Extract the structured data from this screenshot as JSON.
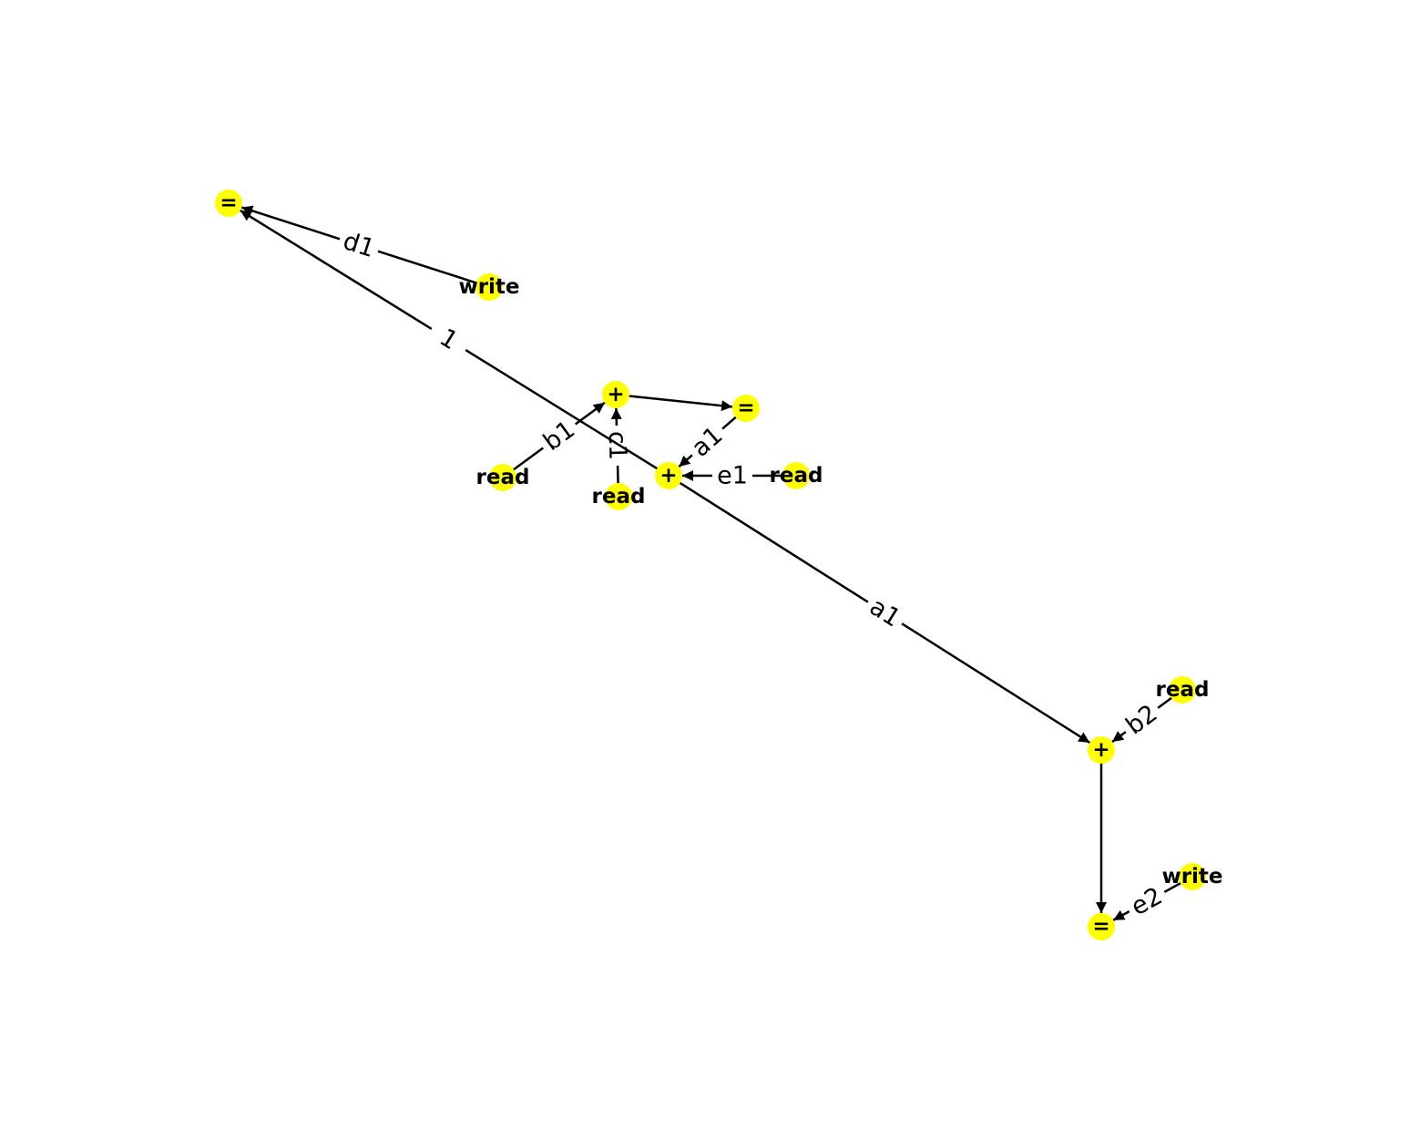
{
  "graph": {
    "node_color": "#ffff00",
    "edge_color": "#000000",
    "nodes": [
      {
        "id": "eq_top",
        "label": "="
      },
      {
        "id": "write_top",
        "label": "write"
      },
      {
        "id": "plus_mid",
        "label": "+"
      },
      {
        "id": "eq_mid",
        "label": "="
      },
      {
        "id": "read_left",
        "label": "read"
      },
      {
        "id": "read_center",
        "label": "read"
      },
      {
        "id": "plus_center",
        "label": "+"
      },
      {
        "id": "read_right",
        "label": "read"
      },
      {
        "id": "read_br",
        "label": "read"
      },
      {
        "id": "plus_br",
        "label": "+"
      },
      {
        "id": "write_br",
        "label": "write"
      },
      {
        "id": "eq_br",
        "label": "="
      }
    ],
    "edges": [
      {
        "from": "write_top",
        "to": "eq_top",
        "label": "d1"
      },
      {
        "from": "plus_center",
        "to": "eq_top",
        "label": "1"
      },
      {
        "from": "read_left",
        "to": "plus_mid",
        "label": "b1"
      },
      {
        "from": "read_center",
        "to": "plus_mid",
        "label": "c1"
      },
      {
        "from": "plus_mid",
        "to": "eq_mid",
        "label": ""
      },
      {
        "from": "eq_mid",
        "to": "plus_center",
        "label": "a1"
      },
      {
        "from": "read_right",
        "to": "plus_center",
        "label": "e1"
      },
      {
        "from": "plus_center",
        "to": "plus_br",
        "label": "a1"
      },
      {
        "from": "read_br",
        "to": "plus_br",
        "label": "b2"
      },
      {
        "from": "plus_br",
        "to": "eq_br",
        "label": ""
      },
      {
        "from": "write_br",
        "to": "eq_br",
        "label": "e2"
      }
    ]
  }
}
